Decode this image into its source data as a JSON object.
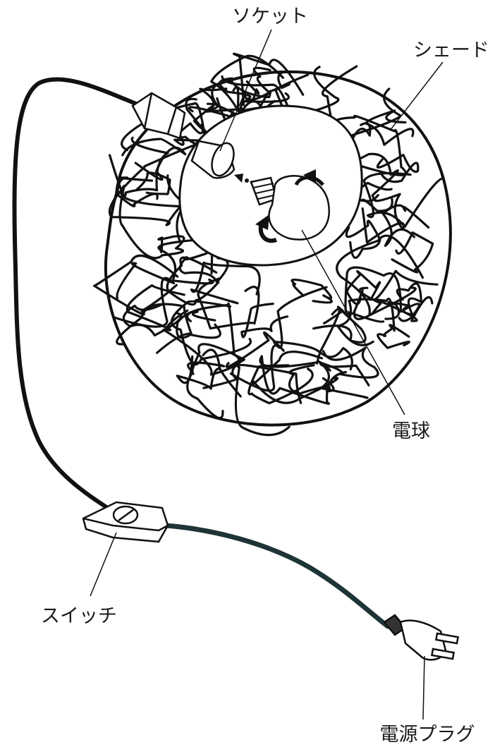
{
  "labels": {
    "socket": "ソケット",
    "shade": "シェード",
    "bulb": "電球",
    "switch": "スイッチ",
    "plug": "電源プラグ"
  }
}
